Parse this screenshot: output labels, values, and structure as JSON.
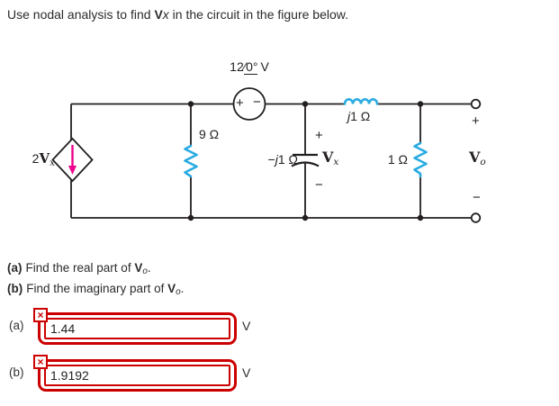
{
  "title": {
    "prefix": "Use nodal analysis to find ",
    "var": "V",
    "var_sub": "x",
    "suffix": " in the circuit in the figure below."
  },
  "circuit": {
    "source": {
      "mag": "12",
      "slash": "∕",
      "angle": "0°",
      "unit": "V",
      "plus": "+",
      "minus": "−"
    },
    "dep_source": {
      "coeff": "2",
      "var": "V",
      "sub": "x"
    },
    "resistor9": {
      "label": "9 Ω"
    },
    "capacitor": {
      "minus": "−",
      "j": "j",
      "rest": "1 Ω"
    },
    "inductor": {
      "j": "j",
      "rest": "1 Ω"
    },
    "resistor1": {
      "label": "1 Ω"
    },
    "vx": {
      "plus": "+",
      "var": "V",
      "sub": "x",
      "minus": "−"
    },
    "vo": {
      "plus": "+",
      "var": "V",
      "sub": "o",
      "minus": "−"
    }
  },
  "questions": {
    "a": {
      "label": "(a)",
      "text": "Find the real part of ",
      "var": "V",
      "sub": "o",
      "period": "."
    },
    "b": {
      "label": "(b)",
      "text": "Find the imaginary part of ",
      "var": "V",
      "sub": "o",
      "period": "."
    }
  },
  "answers": {
    "a": {
      "label": "(a)",
      "value": "1.44",
      "unit": "V",
      "status": "incorrect",
      "status_icon": "×"
    },
    "b": {
      "label": "(b)",
      "value": "1.9192",
      "unit": "V",
      "status": "incorrect",
      "status_icon": "×"
    }
  },
  "colors": {
    "component_blue": "#29ABE2",
    "arrow_magenta": "#EC008C",
    "error_red": "#CC0000",
    "wire": "#231F20"
  }
}
